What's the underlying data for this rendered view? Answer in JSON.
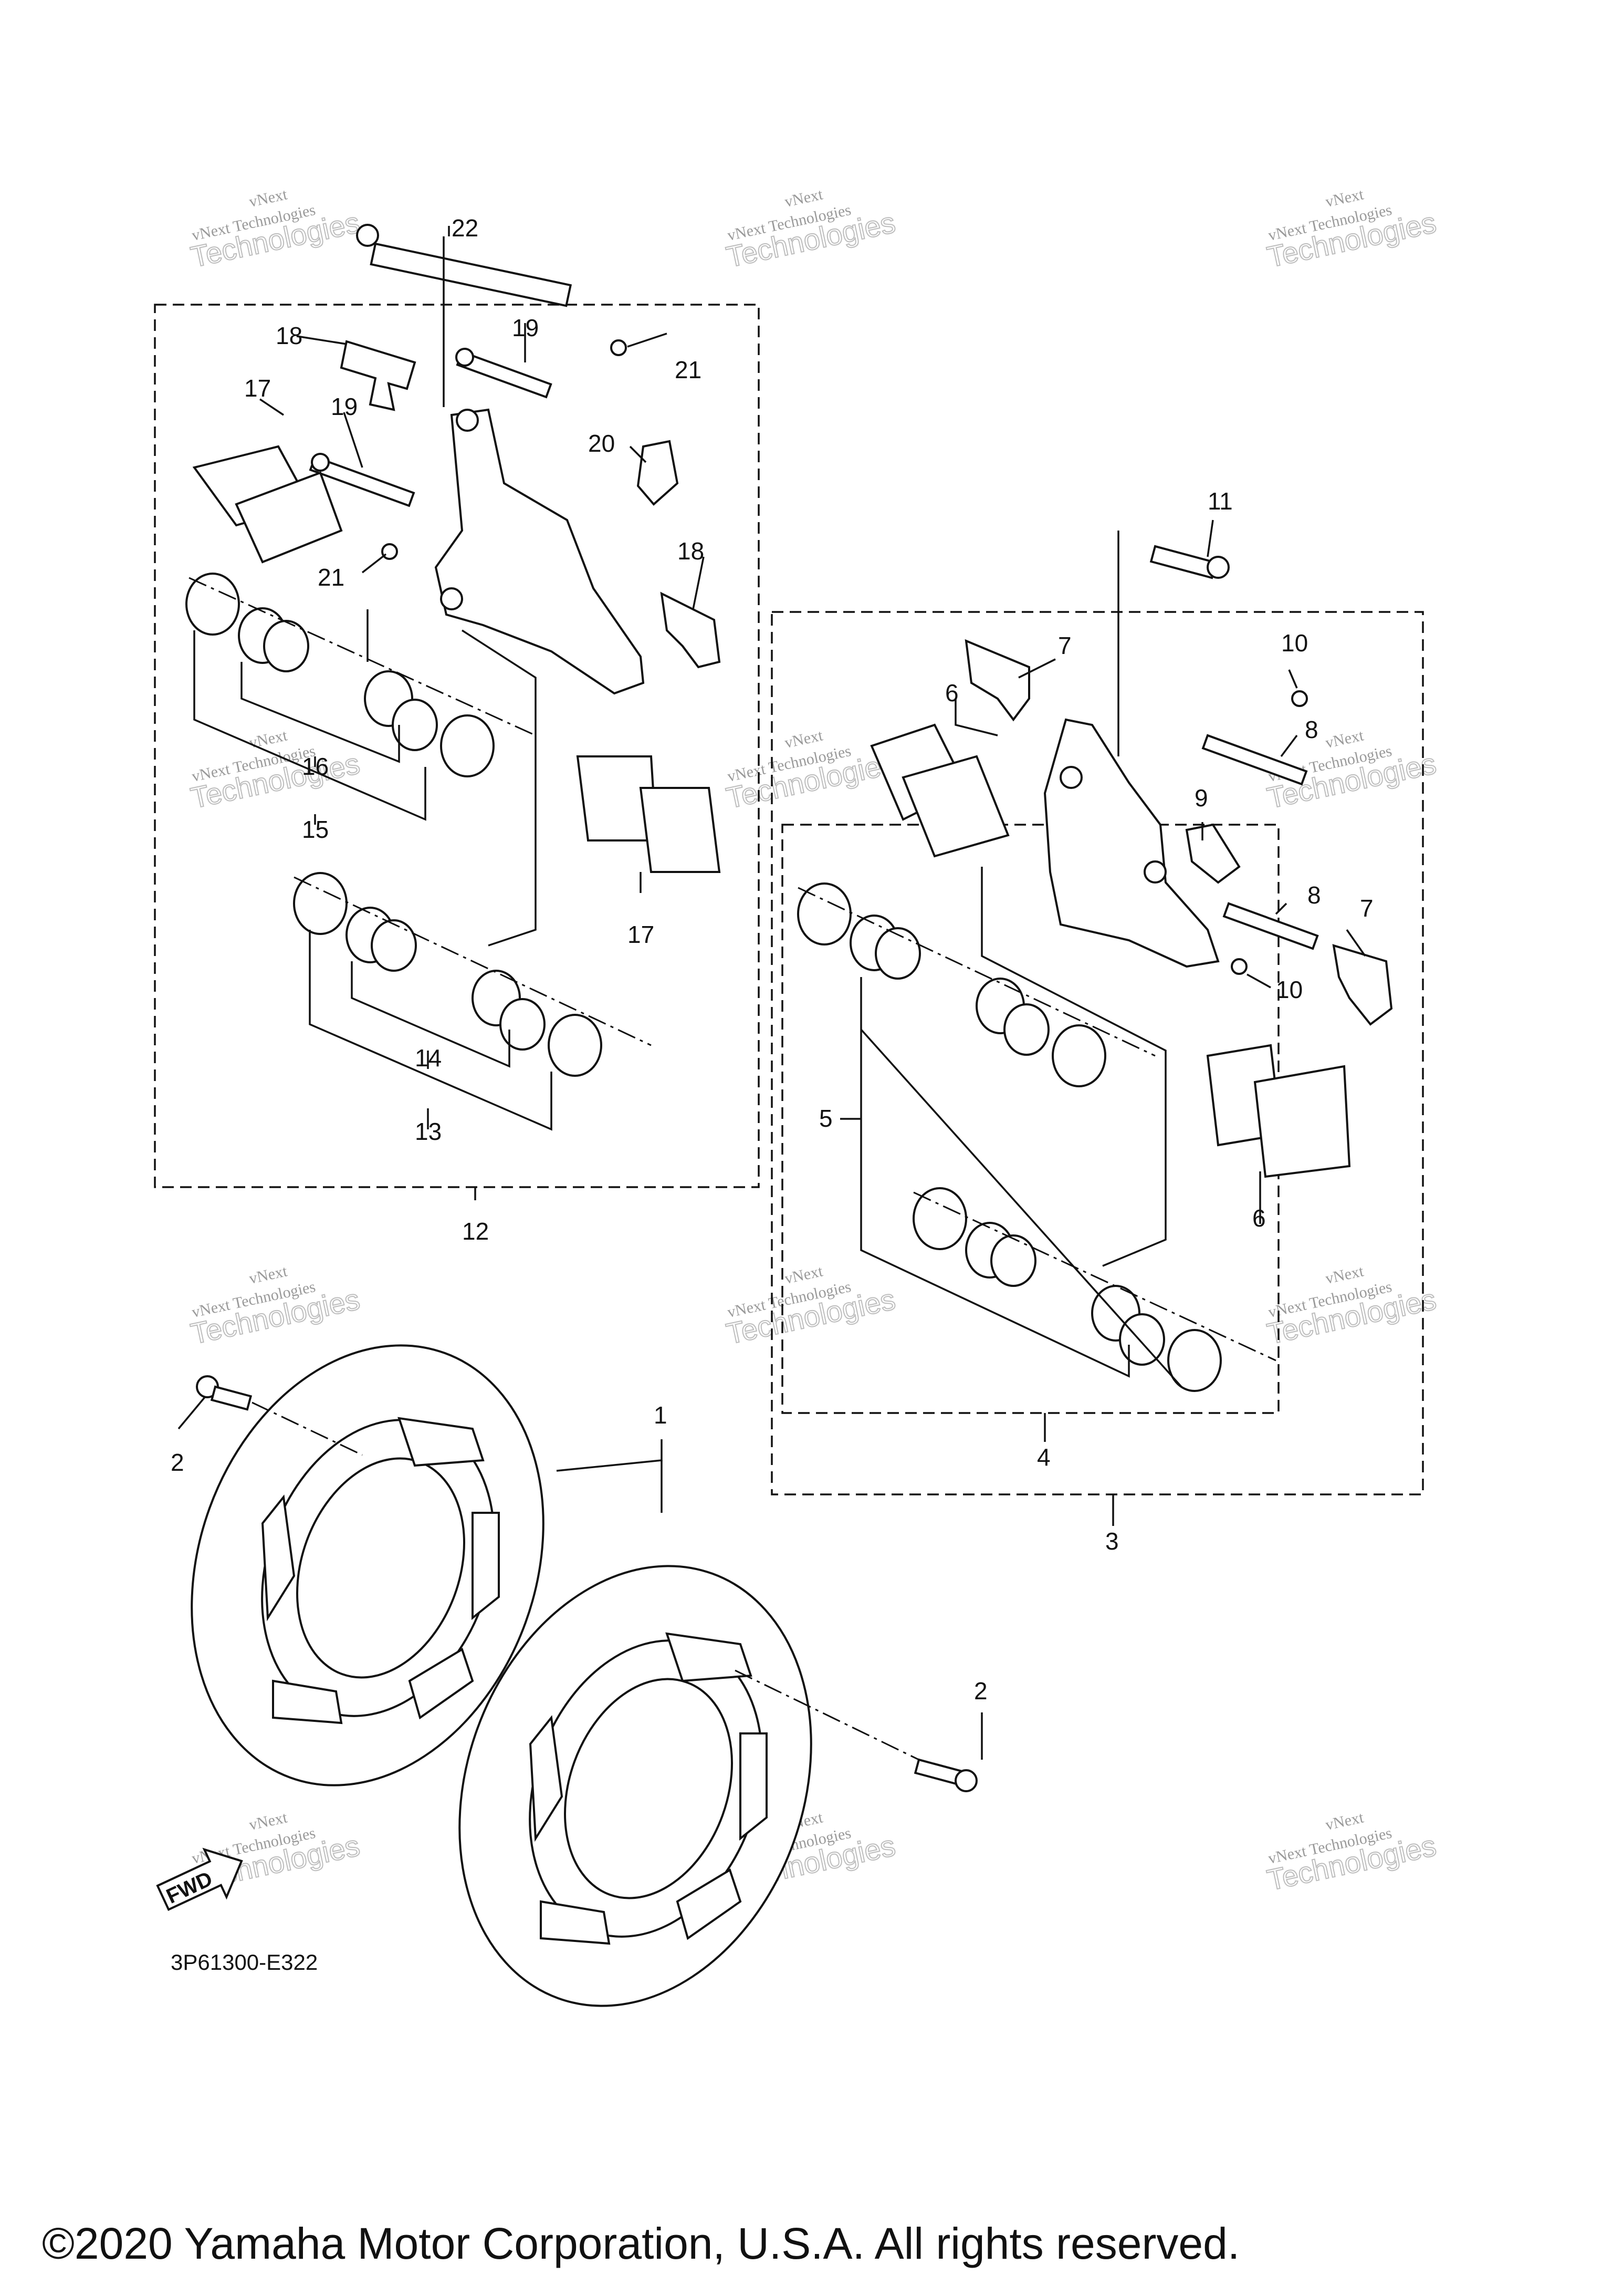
{
  "diagram": {
    "code": "3P61300-E322",
    "copyright": "©2020 Yamaha Motor Corporation, U.S.A. All rights reserved.",
    "fwd_arrow_text": "FWD",
    "watermark": {
      "line1": "vNext Technologies",
      "line2": "Technologies",
      "line3": "vNext"
    },
    "callouts": [
      "1",
      "2",
      "2",
      "3",
      "4",
      "5",
      "6",
      "6",
      "7",
      "7",
      "8",
      "8",
      "9",
      "10",
      "10",
      "11",
      "12",
      "13",
      "14",
      "15",
      "16",
      "17",
      "17",
      "18",
      "18",
      "19",
      "19",
      "20",
      "21",
      "21",
      "22"
    ]
  }
}
